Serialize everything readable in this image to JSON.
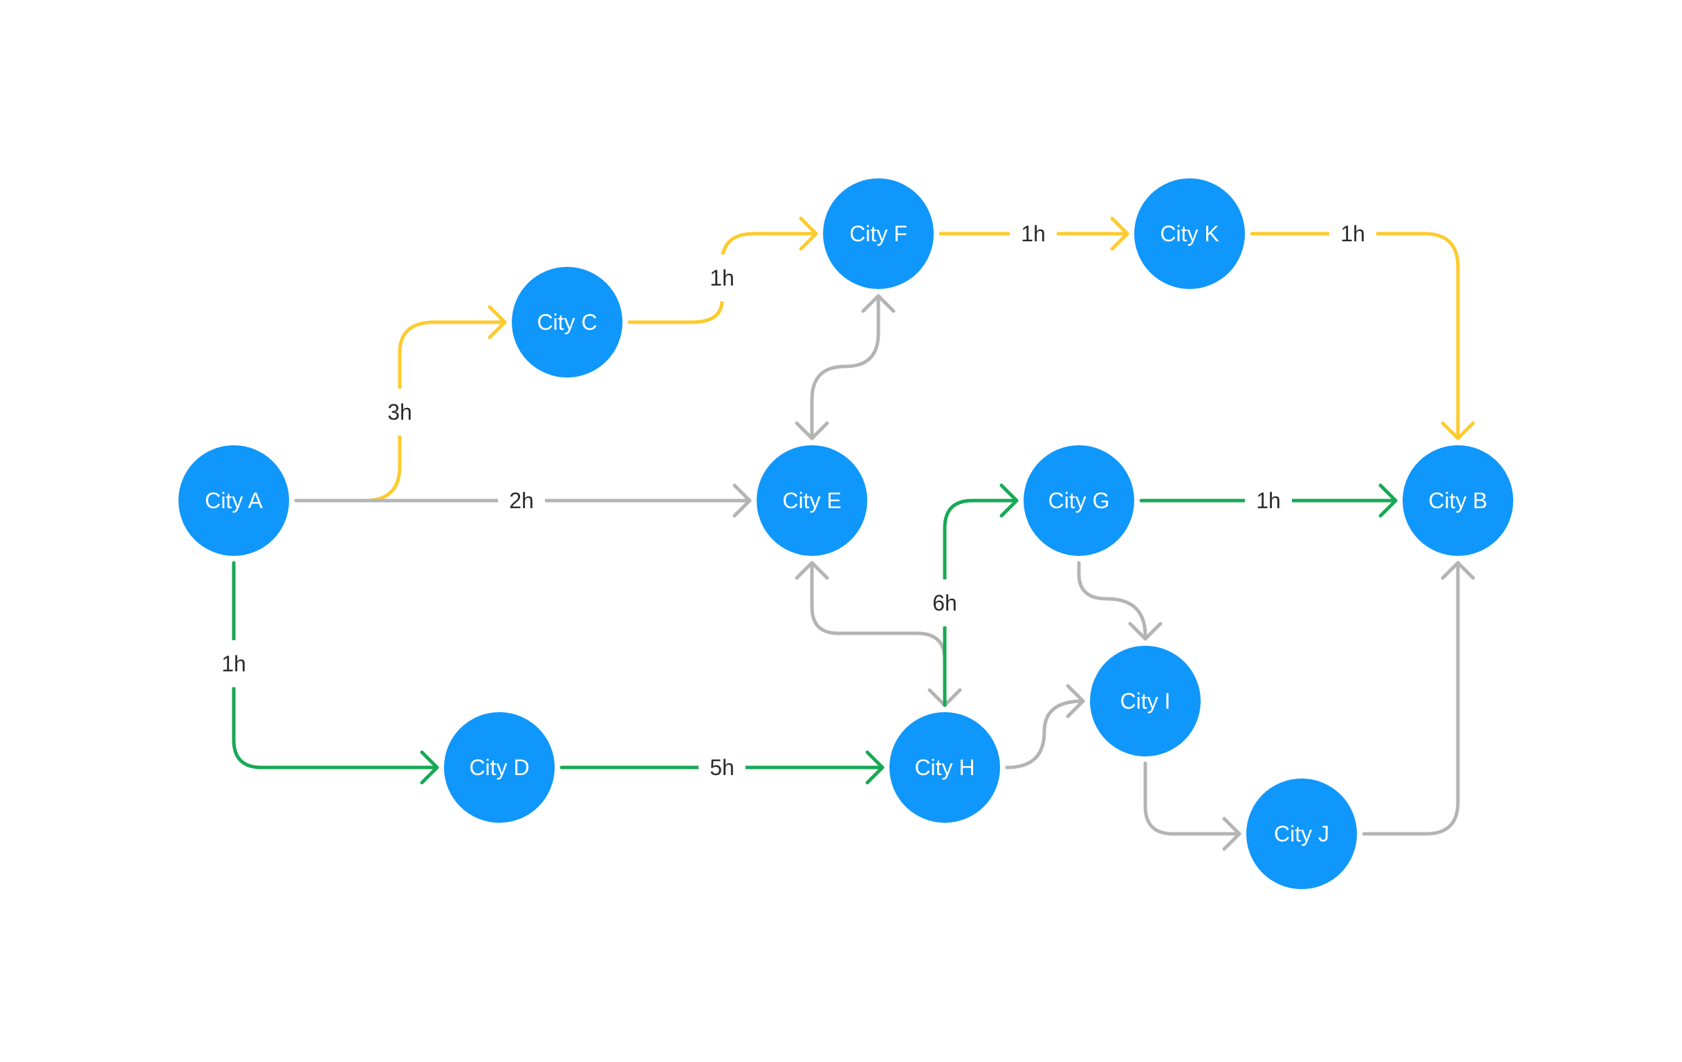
{
  "diagram": {
    "colors": {
      "node_fill": "#1097fb",
      "node_text": "#ffffff",
      "route_yellow": "#fdcb2e",
      "route_green": "#18a955",
      "route_gray": "#b4b4b4",
      "edge_label_text": "#2b2b2b"
    },
    "nodes": [
      {
        "id": "A",
        "label": "City A"
      },
      {
        "id": "B",
        "label": "City B"
      },
      {
        "id": "C",
        "label": "City C"
      },
      {
        "id": "D",
        "label": "City D"
      },
      {
        "id": "E",
        "label": "City E"
      },
      {
        "id": "F",
        "label": "City F"
      },
      {
        "id": "G",
        "label": "City G"
      },
      {
        "id": "H",
        "label": "City H"
      },
      {
        "id": "I",
        "label": "City I"
      },
      {
        "id": "J",
        "label": "City J"
      },
      {
        "id": "K",
        "label": "City K"
      }
    ],
    "edges": [
      {
        "id": "A-C",
        "from": "A",
        "to": "C",
        "label": "3h",
        "color": "yellow",
        "bidirectional": false
      },
      {
        "id": "C-F",
        "from": "C",
        "to": "F",
        "label": "1h",
        "color": "yellow",
        "bidirectional": false
      },
      {
        "id": "F-K",
        "from": "F",
        "to": "K",
        "label": "1h",
        "color": "yellow",
        "bidirectional": false
      },
      {
        "id": "K-B",
        "from": "K",
        "to": "B",
        "label": "1h",
        "color": "yellow",
        "bidirectional": false
      },
      {
        "id": "A-E",
        "from": "A",
        "to": "E",
        "label": "2h",
        "color": "gray",
        "bidirectional": false
      },
      {
        "id": "E-F",
        "from": "E",
        "to": "F",
        "label": "",
        "color": "gray",
        "bidirectional": true
      },
      {
        "id": "E-H",
        "from": "E",
        "to": "H",
        "label": "",
        "color": "gray",
        "bidirectional": true
      },
      {
        "id": "A-D",
        "from": "A",
        "to": "D",
        "label": "1h",
        "color": "green",
        "bidirectional": false
      },
      {
        "id": "D-H",
        "from": "D",
        "to": "H",
        "label": "5h",
        "color": "green",
        "bidirectional": false
      },
      {
        "id": "H-G",
        "from": "H",
        "to": "G",
        "label": "6h",
        "color": "green",
        "bidirectional": false
      },
      {
        "id": "G-B",
        "from": "G",
        "to": "B",
        "label": "1h",
        "color": "green",
        "bidirectional": false
      },
      {
        "id": "G-I",
        "from": "G",
        "to": "I",
        "label": "",
        "color": "gray",
        "bidirectional": false
      },
      {
        "id": "H-I",
        "from": "H",
        "to": "I",
        "label": "",
        "color": "gray",
        "bidirectional": false
      },
      {
        "id": "I-J",
        "from": "I",
        "to": "J",
        "label": "",
        "color": "gray",
        "bidirectional": false
      },
      {
        "id": "J-B",
        "from": "J",
        "to": "B",
        "label": "",
        "color": "gray",
        "bidirectional": false
      }
    ]
  }
}
